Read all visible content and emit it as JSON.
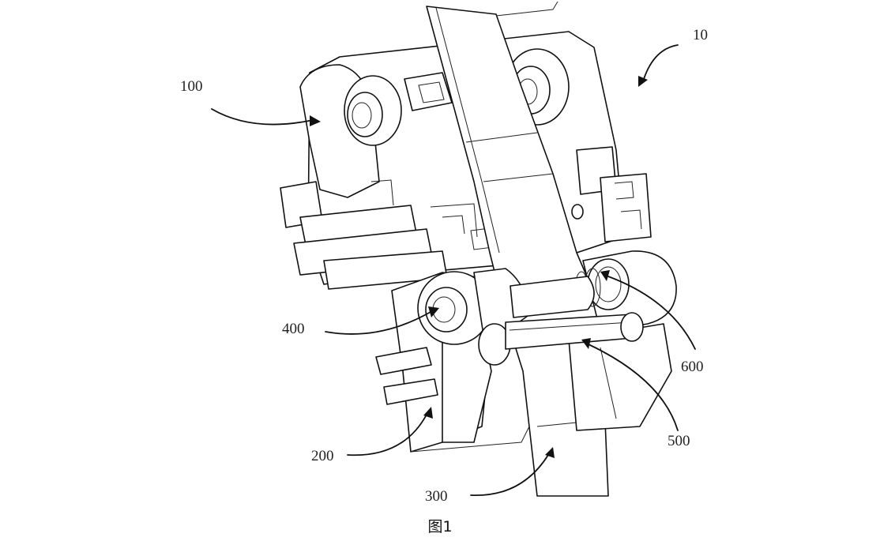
{
  "labels": {
    "assembly": "10",
    "bracket_upper": "100",
    "bracket_lower": "200",
    "pedal_arm": "300",
    "pivot_sleeve": "400",
    "pin_shaft": "500",
    "bushing": "600"
  },
  "caption": "图1"
}
